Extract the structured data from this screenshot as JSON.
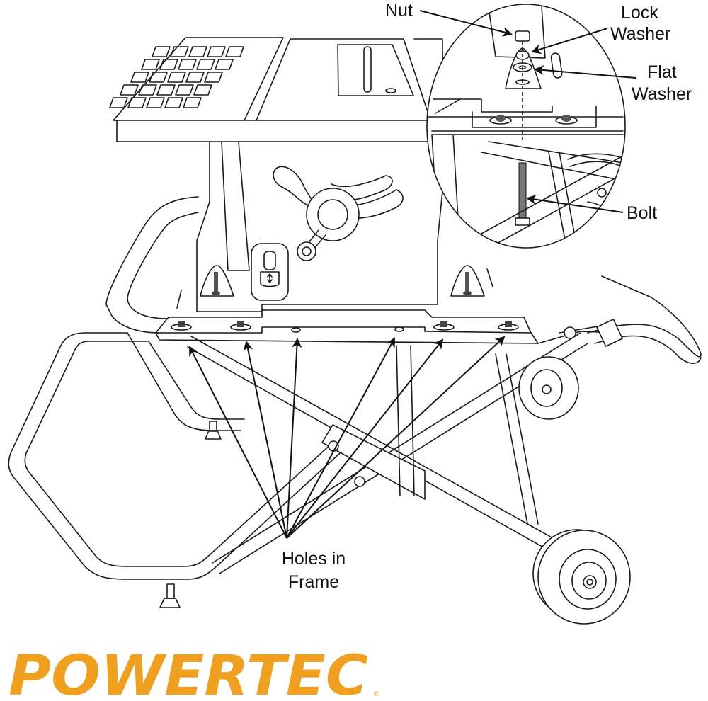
{
  "diagram": {
    "title": "Table saw mounting to folding stand",
    "callouts": {
      "nut": "Nut",
      "lock_washer": [
        "Lock",
        "Washer"
      ],
      "flat_washer": [
        "Flat",
        "Washer"
      ],
      "bolt": "Bolt",
      "holes_in_frame": [
        "Holes in",
        "Frame"
      ]
    },
    "holes_count": 6
  },
  "brand": {
    "logo_text": "POWERTEC",
    "registered_mark": "®",
    "color": "#f0a020"
  }
}
